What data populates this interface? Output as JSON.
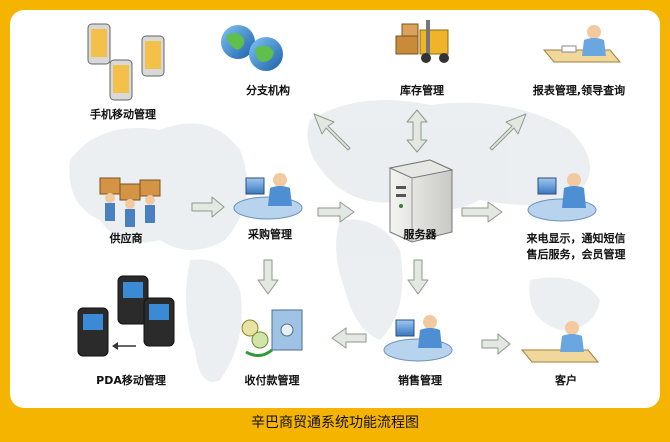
{
  "colors": {
    "frame": "#F5B400",
    "panel": "#FFFFFF",
    "arrow_fill": "#E4E8E2",
    "arrow_stroke": "#8A9A8A"
  },
  "nodes": {
    "mobile": "手机移动管理",
    "branch": "分支机构",
    "warehouse": "库存管理",
    "reports": "报表管理,领导查询",
    "supplier": "供应商",
    "purchase": "采购管理",
    "server": "服务器",
    "callcenter_line1": "来电显示，通知短信",
    "callcenter_line2": "售后服务，会员管理",
    "pda": "PDA移动管理",
    "payment": "收付款管理",
    "sales": "销售管理",
    "customer": "客户"
  },
  "caption": "辛巴商贸通系统功能流程图"
}
